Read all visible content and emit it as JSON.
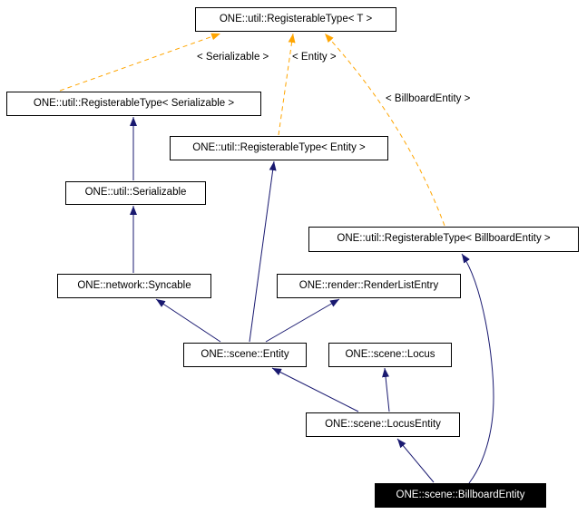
{
  "diagram": {
    "type": "class-inheritance-graph",
    "focus_class": "ONE::scene::BillboardEntity",
    "colors": {
      "background": "#ffffff",
      "node_border": "#000000",
      "node_background": "#ffffff",
      "node_text": "#000000",
      "focus_node_background": "#000000",
      "focus_node_text": "#ffffff",
      "inheritance_edge": "#191970",
      "template_edge": "#ffa500"
    },
    "nodes": [
      {
        "id": "registerabletype-t",
        "label": "ONE::util::RegisterableType< T >"
      },
      {
        "id": "registerabletype-serializable",
        "label": "ONE::util::RegisterableType< Serializable >"
      },
      {
        "id": "registerabletype-entity",
        "label": "ONE::util::RegisterableType< Entity >"
      },
      {
        "id": "serializable",
        "label": "ONE::util::Serializable"
      },
      {
        "id": "registerabletype-billboardentity",
        "label": "ONE::util::RegisterableType< BillboardEntity >"
      },
      {
        "id": "syncable",
        "label": "ONE::network::Syncable"
      },
      {
        "id": "renderlistentry",
        "label": "ONE::render::RenderListEntry"
      },
      {
        "id": "entity",
        "label": "ONE::scene::Entity"
      },
      {
        "id": "locus",
        "label": "ONE::scene::Locus"
      },
      {
        "id": "locusentity",
        "label": "ONE::scene::LocusEntity"
      },
      {
        "id": "billboardentity",
        "label": "ONE::scene::BillboardEntity"
      }
    ],
    "edge_labels": [
      {
        "text": "< Serializable >"
      },
      {
        "text": "< Entity >"
      },
      {
        "text": "< BillboardEntity >"
      }
    ],
    "edges": [
      {
        "from": "ONE::util::Serializable",
        "to": "ONE::util::RegisterableType< Serializable >",
        "type": "inheritance"
      },
      {
        "from": "ONE::network::Syncable",
        "to": "ONE::util::Serializable",
        "type": "inheritance"
      },
      {
        "from": "ONE::scene::Entity",
        "to": "ONE::network::Syncable",
        "type": "inheritance"
      },
      {
        "from": "ONE::scene::Entity",
        "to": "ONE::util::RegisterableType< Entity >",
        "type": "inheritance"
      },
      {
        "from": "ONE::scene::Entity",
        "to": "ONE::render::RenderListEntry",
        "type": "inheritance"
      },
      {
        "from": "ONE::scene::LocusEntity",
        "to": "ONE::scene::Entity",
        "type": "inheritance"
      },
      {
        "from": "ONE::scene::LocusEntity",
        "to": "ONE::scene::Locus",
        "type": "inheritance"
      },
      {
        "from": "ONE::scene::BillboardEntity",
        "to": "ONE::scene::LocusEntity",
        "type": "inheritance"
      },
      {
        "from": "ONE::scene::BillboardEntity",
        "to": "ONE::util::RegisterableType< BillboardEntity >",
        "type": "inheritance"
      },
      {
        "from": "ONE::util::RegisterableType< Serializable >",
        "to": "ONE::util::RegisterableType< T >",
        "type": "template-instantiation",
        "label": "< Serializable >"
      },
      {
        "from": "ONE::util::RegisterableType< Entity >",
        "to": "ONE::util::RegisterableType< T >",
        "type": "template-instantiation",
        "label": "< Entity >"
      },
      {
        "from": "ONE::util::RegisterableType< BillboardEntity >",
        "to": "ONE::util::RegisterableType< T >",
        "type": "template-instantiation",
        "label": "< BillboardEntity >"
      }
    ]
  }
}
